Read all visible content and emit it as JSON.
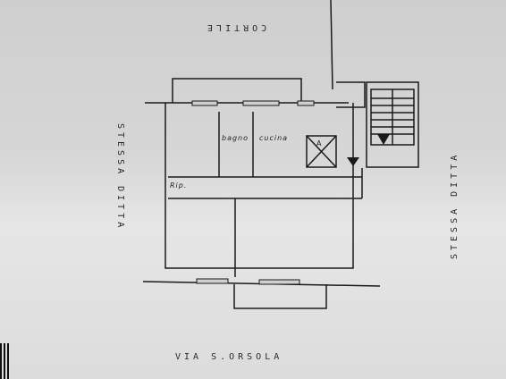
{
  "plan": {
    "top_label": "CORTILE",
    "bottom_label": "VIA S.ORSOLA",
    "left_label": "STESSA DITTA",
    "right_label": "STESSA DITTA",
    "rooms": {
      "bagno": "bagno",
      "cucina": "cucina",
      "rip": "Rip.",
      "lift": "A"
    }
  }
}
